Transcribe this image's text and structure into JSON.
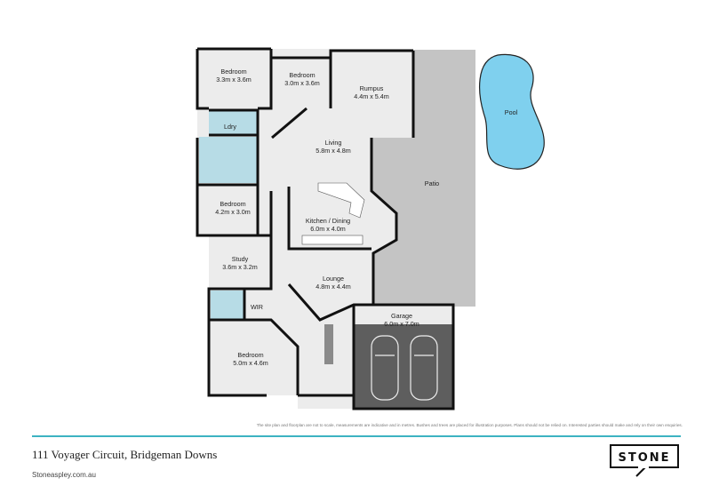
{
  "rooms": {
    "bedroom1": {
      "name": "Bedroom",
      "dims": "3.3m x 3.6m"
    },
    "bedroom2": {
      "name": "Bedroom",
      "dims": "3.0m x 3.6m"
    },
    "rumpus": {
      "name": "Rumpus",
      "dims": "4.4m x 5.4m"
    },
    "laundry": {
      "name": "Ldry"
    },
    "living": {
      "name": "Living",
      "dims": "5.8m x 4.8m"
    },
    "patio": {
      "name": "Patio"
    },
    "pool": {
      "name": "Pool"
    },
    "bedroom3": {
      "name": "Bedroom",
      "dims": "4.2m x 3.0m"
    },
    "kitchen": {
      "name": "Kitchen / Dining",
      "dims": "6.0m x 4.0m"
    },
    "study": {
      "name": "Study",
      "dims": "3.6m x 3.2m"
    },
    "lounge": {
      "name": "Lounge",
      "dims": "4.8m x 4.4m"
    },
    "wir": {
      "name": "WIR"
    },
    "garage": {
      "name": "Garage",
      "dims": "6.0m x 7.0m"
    },
    "bedroom4": {
      "name": "Bedroom",
      "dims": "5.0m x 4.6m"
    }
  },
  "colors": {
    "floor": "#ececec",
    "wet": "#b7dce6",
    "patio": "#c4c4c4",
    "pool": "#7fd0ee",
    "garage": "#5e5e5e",
    "accent": "#3db3c2"
  },
  "footer": {
    "disclaimer": "The site plan and floorplan are not to scale, measurements are indicative and in metres. Bushes and trees are placed for illustration purposes. Plans should not be relied on. Interested parties should make and rely on their own enquiries.",
    "address": "111 Voyager Circuit, Bridgeman Downs",
    "website": "Stoneaspley.com.au",
    "logo": "STONE"
  }
}
